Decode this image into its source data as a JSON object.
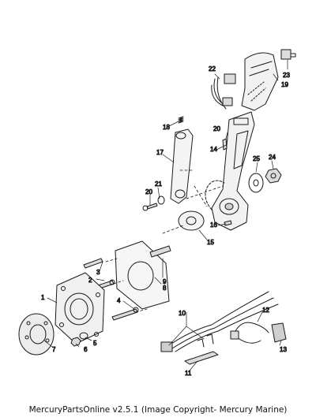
{
  "callouts": [
    "1",
    "2",
    "3",
    "4",
    "5",
    "6",
    "7",
    "8",
    "9",
    "10",
    "11",
    "12",
    "13",
    "14",
    "15",
    "16",
    "17",
    "18",
    "19",
    "20",
    "21",
    "22",
    "23",
    "24",
    "25",
    "20"
  ],
  "caption": "MercuryPartsOnline v2.5.1 (Image Copyright- Mercury Marine)"
}
